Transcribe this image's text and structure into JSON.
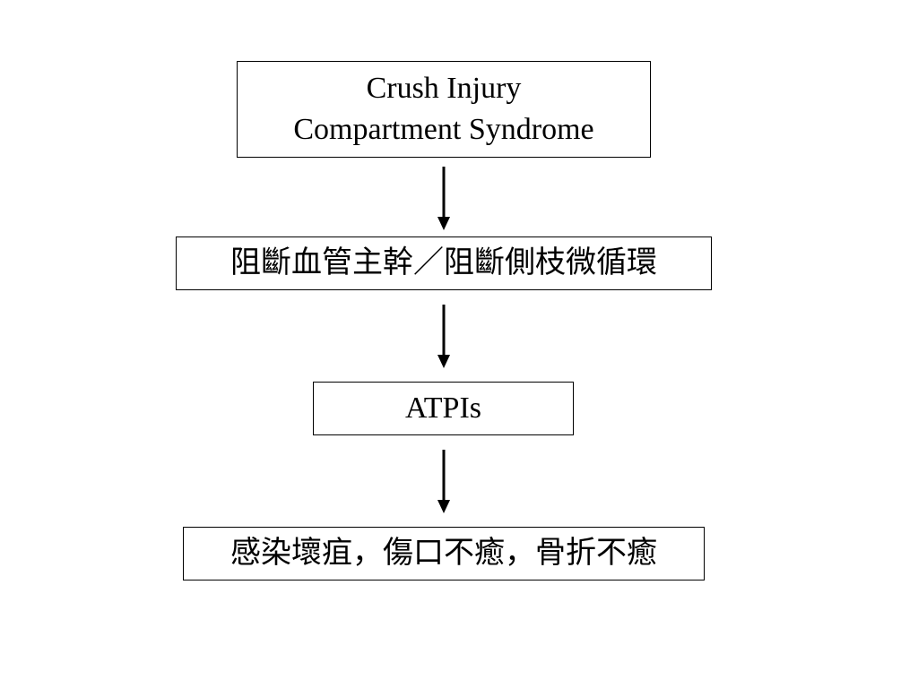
{
  "flowchart": {
    "steps": [
      {
        "lines": [
          "Crush Injury",
          "Compartment Syndrome"
        ]
      },
      {
        "lines": [
          "阻斷血管主幹／阻斷側枝微循環"
        ]
      },
      {
        "lines": [
          "ATPIs"
        ]
      },
      {
        "lines": [
          "感染壞疽，傷口不癒，骨折不癒"
        ]
      }
    ]
  }
}
